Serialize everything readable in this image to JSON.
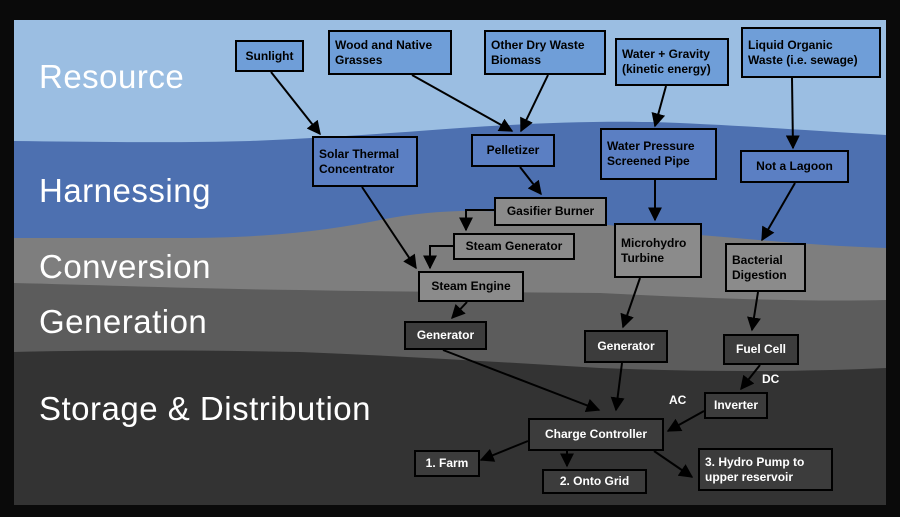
{
  "layers": {
    "resource": "Resource",
    "harnessing": "Harnessing",
    "conversion": "Conversion",
    "generation": "Generation",
    "storage": "Storage & Distribution"
  },
  "nodes": {
    "sunlight": "Sunlight",
    "wood": "Wood and Native\nGrasses",
    "dry_waste": "Other Dry Waste\nBiomass",
    "water_gravity": "Water + Gravity\n(kinetic energy)",
    "liquid_waste": "Liquid Organic\nWaste (i.e. sewage)",
    "solar_concentrator": "Solar Thermal\nConcentrator",
    "pelletizer": "Pelletizer",
    "water_pipe": "Water Pressure\nScreened Pipe",
    "lagoon": "Not a Lagoon",
    "gasifier": "Gasifier Burner",
    "steam_generator": "Steam Generator",
    "microhydro": "Microhydro\nTurbine",
    "bacterial": "Bacterial\nDigestion",
    "steam_engine": "Steam Engine",
    "generator_left": "Generator",
    "generator_mid": "Generator",
    "fuel_cell": "Fuel Cell",
    "inverter": "Inverter",
    "charge_controller": "Charge Controller",
    "farm": "1. Farm",
    "grid": "2. Onto Grid",
    "hydro_pump": "3. Hydro Pump to\nupper reservoir"
  },
  "edge_labels": {
    "dc": "DC",
    "ac": "AC"
  },
  "colors": {
    "resource_band": "#9bbee2",
    "harnessing_band": "#4d70b0",
    "conversion_band": "#7e7e7e",
    "generation_band": "#5c5c5c",
    "storage_band": "#333333",
    "frame": "#0a0a0a"
  }
}
